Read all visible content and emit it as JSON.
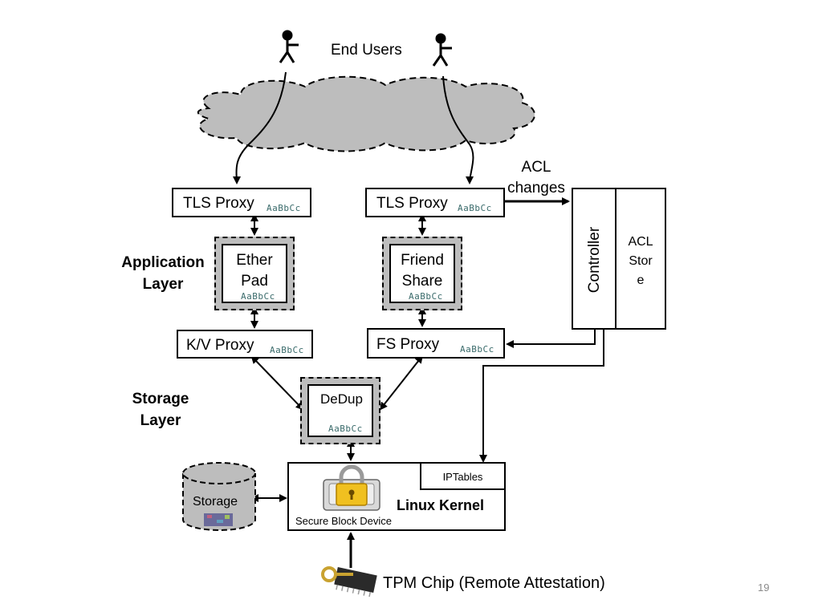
{
  "end_users_label": "End Users",
  "acl_changes": {
    "line1": "ACL",
    "line2": "changes"
  },
  "layers": {
    "application_line1": "Application",
    "application_line2": "Layer",
    "storage_line1": "Storage",
    "storage_line2": "Layer"
  },
  "tag_text": "AaBbCc",
  "nodes": {
    "tls_proxy_left": "TLS Proxy",
    "tls_proxy_right": "TLS Proxy",
    "etherpad_line1": "Ether",
    "etherpad_line2": "Pad",
    "friendshare_line1": "Friend",
    "friendshare_line2": "Share",
    "kv_proxy": "K/V Proxy",
    "fs_proxy": "FS Proxy",
    "dedup": "DeDup",
    "controller": "Controller",
    "acl_store_line1": "ACL",
    "acl_store_line2": "Stor",
    "acl_store_line3": "e",
    "iptables": "IPTables",
    "linux_kernel": "Linux Kernel",
    "secure_block_device": "Secure Block Device",
    "storage": "Storage",
    "tpm_chip": "TPM Chip (Remote Attestation)"
  },
  "slide_number": "19"
}
